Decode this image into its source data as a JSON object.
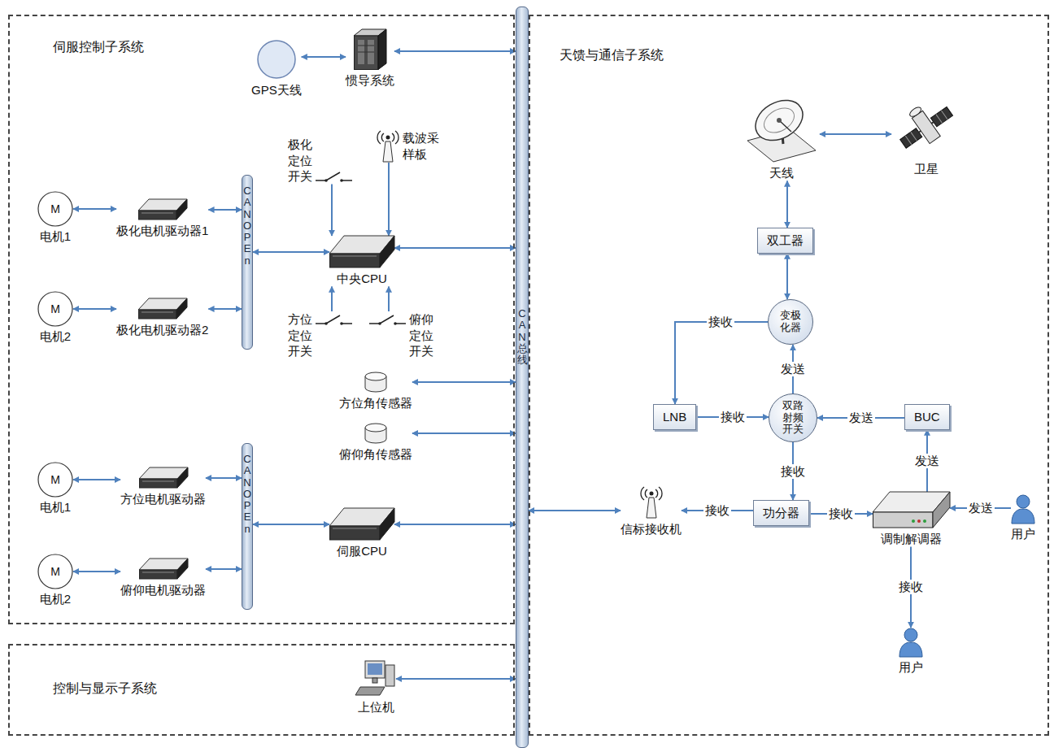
{
  "diagram": {
    "nodes": [
      {
        "text": [
          "伺服控制子系统"
        ]
      },
      {
        "text": [
          "GPS天线"
        ],
        "in": 0
      },
      {
        "text": [
          "惯导系统"
        ],
        "in": 0
      },
      {
        "text": [
          "极化定位开关"
        ],
        "in": 0
      },
      {
        "text": [
          "载波采样板"
        ],
        "in": 0
      },
      {
        "text": [
          "M",
          "电机1"
        ],
        "in": 0
      },
      {
        "text": [
          "极化电机驱动器1"
        ],
        "in": 0
      },
      {
        "text": [
          "CANOPEn"
        ],
        "in": 0
      },
      {
        "text": [
          "中央CPU"
        ],
        "in": 0
      },
      {
        "text": [
          "M",
          "电机2"
        ],
        "in": 0
      },
      {
        "text": [
          "极化电机驱动器2"
        ],
        "in": 0
      },
      {
        "text": [
          "方位定位开关"
        ],
        "in": 0
      },
      {
        "text": [
          "俯仰定位开关"
        ],
        "in": 0
      },
      {
        "text": [
          "方位角传感器"
        ],
        "in": 0
      },
      {
        "text": [
          "俯仰角传感器"
        ],
        "in": 0
      },
      {
        "text": [
          "M",
          "电机1"
        ],
        "in": 0
      },
      {
        "text": [
          "方位电机驱动器"
        ],
        "in": 0
      },
      {
        "text": [
          "CANOPEn"
        ],
        "in": 0
      },
      {
        "text": [
          "伺服CPU"
        ],
        "in": 0
      },
      {
        "text": [
          "M",
          "电机2"
        ],
        "in": 0
      },
      {
        "text": [
          "俯仰电机驱动器"
        ],
        "in": 0
      },
      {
        "text": [
          "CAN总线"
        ]
      },
      {
        "text": [
          "天馈与通信子系统"
        ]
      },
      {
        "text": [
          "天线"
        ],
        "in": 22
      },
      {
        "text": [
          "卫星"
        ],
        "in": 22
      },
      {
        "text": [
          "双工器"
        ],
        "in": 22
      },
      {
        "text": [
          "变极化器"
        ],
        "in": 22
      },
      {
        "text": [
          "LNB"
        ],
        "in": 22
      },
      {
        "text": [
          "双路 射频 开关"
        ],
        "in": 22
      },
      {
        "text": [
          "BUC"
        ],
        "in": 22
      },
      {
        "text": [
          "信标接收机"
        ],
        "in": 22
      },
      {
        "text": [
          "功分器"
        ],
        "in": 22
      },
      {
        "text": [
          "调制解调器"
        ],
        "in": 22
      },
      {
        "text": [
          "用户"
        ],
        "in": 22
      },
      {
        "text": [
          "用户"
        ],
        "in": 22
      },
      {
        "text": [
          "控制与显示子系统"
        ]
      },
      {
        "text": [
          "上位机"
        ],
        "in": 35
      }
    ],
    "edges": [
      {
        "from": 1,
        "to": 2,
        "arrow": "both"
      },
      {
        "from": 2,
        "to": 21,
        "arrow": "both"
      },
      {
        "from": 5,
        "to": 6,
        "arrow": "both"
      },
      {
        "from": 6,
        "to": 7,
        "arrow": "both"
      },
      {
        "from": 9,
        "to": 10,
        "arrow": "both"
      },
      {
        "from": 10,
        "to": 7,
        "arrow": "both"
      },
      {
        "from": 7,
        "to": 8,
        "arrow": "both"
      },
      {
        "from": 8,
        "to": 21,
        "arrow": "both"
      },
      {
        "from": 3,
        "to": 8,
        "arrow": "to"
      },
      {
        "from": 4,
        "to": 8,
        "arrow": "to"
      },
      {
        "from": 11,
        "to": 8,
        "arrow": "to"
      },
      {
        "from": 12,
        "to": 8,
        "arrow": "to"
      },
      {
        "from": 13,
        "to": 21,
        "arrow": "both"
      },
      {
        "from": 14,
        "to": 21,
        "arrow": "both"
      },
      {
        "from": 15,
        "to": 16,
        "arrow": "both"
      },
      {
        "from": 16,
        "to": 17,
        "arrow": "both"
      },
      {
        "from": 19,
        "to": 20,
        "arrow": "both"
      },
      {
        "from": 20,
        "to": 17,
        "arrow": "both"
      },
      {
        "from": 17,
        "to": 18,
        "arrow": "both"
      },
      {
        "from": 18,
        "to": 21,
        "arrow": "both"
      },
      {
        "from": 36,
        "to": 21,
        "arrow": "both"
      },
      {
        "from": 21,
        "to": 30,
        "arrow": "both"
      },
      {
        "from": 23,
        "to": 24,
        "arrow": "both"
      },
      {
        "from": 23,
        "to": 25,
        "arrow": "both"
      },
      {
        "from": 25,
        "to": 26,
        "arrow": "both"
      },
      {
        "from": 26,
        "to": 27,
        "label": "接收",
        "arrow": "to"
      },
      {
        "from": 27,
        "to": 28,
        "label": "接收",
        "arrow": "to"
      },
      {
        "from": 28,
        "to": 26,
        "label": "发送",
        "arrow": "to"
      },
      {
        "from": 29,
        "to": 28,
        "label": "发送",
        "arrow": "to"
      },
      {
        "from": 28,
        "to": 31,
        "label": "接收",
        "arrow": "to"
      },
      {
        "from": 31,
        "to": 30,
        "label": "接收",
        "arrow": "to"
      },
      {
        "from": 31,
        "to": 32,
        "label": "接收",
        "arrow": "to"
      },
      {
        "from": 32,
        "to": 29,
        "label": "发送",
        "arrow": "to"
      },
      {
        "from": 33,
        "to": 32,
        "label": "发送",
        "arrow": "to"
      },
      {
        "from": 32,
        "to": 34,
        "label": "接收",
        "arrow": "to"
      }
    ]
  }
}
